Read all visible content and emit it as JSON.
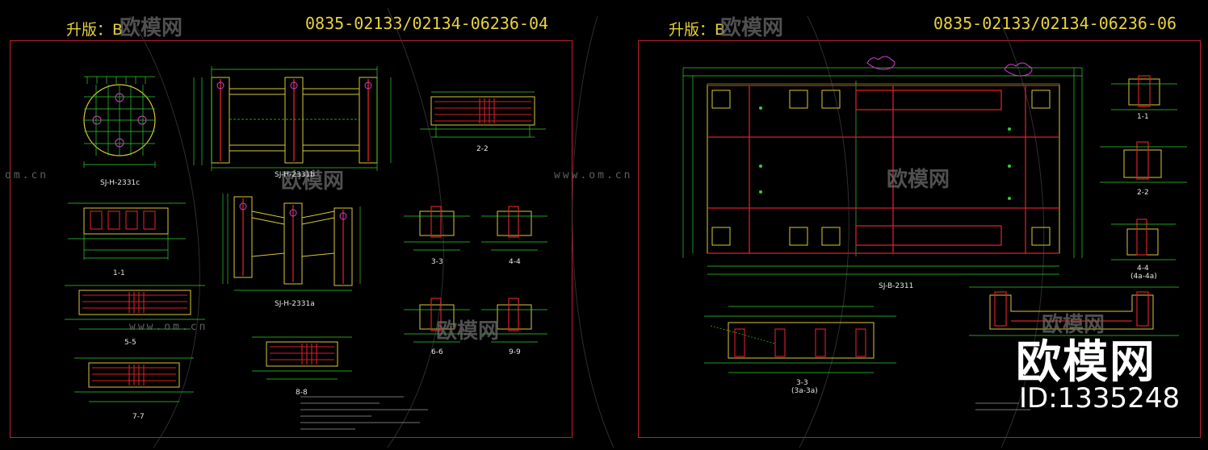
{
  "left_sheet": {
    "revision": "升版：B",
    "drawing_no": "0835-02133/02134-06236-04",
    "captions": {
      "plan_c": "SJ-H-2331c",
      "plan_b": "SJ-H-2331b",
      "plan_a": "SJ-H-2331a",
      "s11": "1-1",
      "s22": "2-2",
      "s33": "3-3",
      "s44": "4-4",
      "s55": "5-5",
      "s66": "6-6",
      "s77": "7-7",
      "s88": "8-8",
      "s99": "9-9"
    }
  },
  "right_sheet": {
    "revision": "升版：B",
    "drawing_no": "0835-02133/02134-06236-06",
    "captions": {
      "plan": "SJ-B-2311",
      "s11": "1-1",
      "s22": "2-2",
      "s44": "4-4",
      "s44_sub": "(4a-4a)",
      "s33": "3-3",
      "s33_sub": "(3a-3a)"
    }
  },
  "watermark": {
    "cn_text": "欧模网",
    "url_text": "www.om.cn",
    "url_fragment_left": "om.cn",
    "url_fragment_mid": "www.om.cn",
    "url_fragment_low": "www.om.cn"
  },
  "brand": {
    "name": "欧模网",
    "id_label": "ID:1335248"
  },
  "colors": {
    "background": "#000000",
    "border": "#c0202a",
    "header_text": "#e8d23c",
    "line_green": "#2fd02f",
    "line_yellow": "#d8c838",
    "line_red": "#d8202a",
    "line_magenta": "#d040d0",
    "watermark": "#6b6b6b"
  }
}
